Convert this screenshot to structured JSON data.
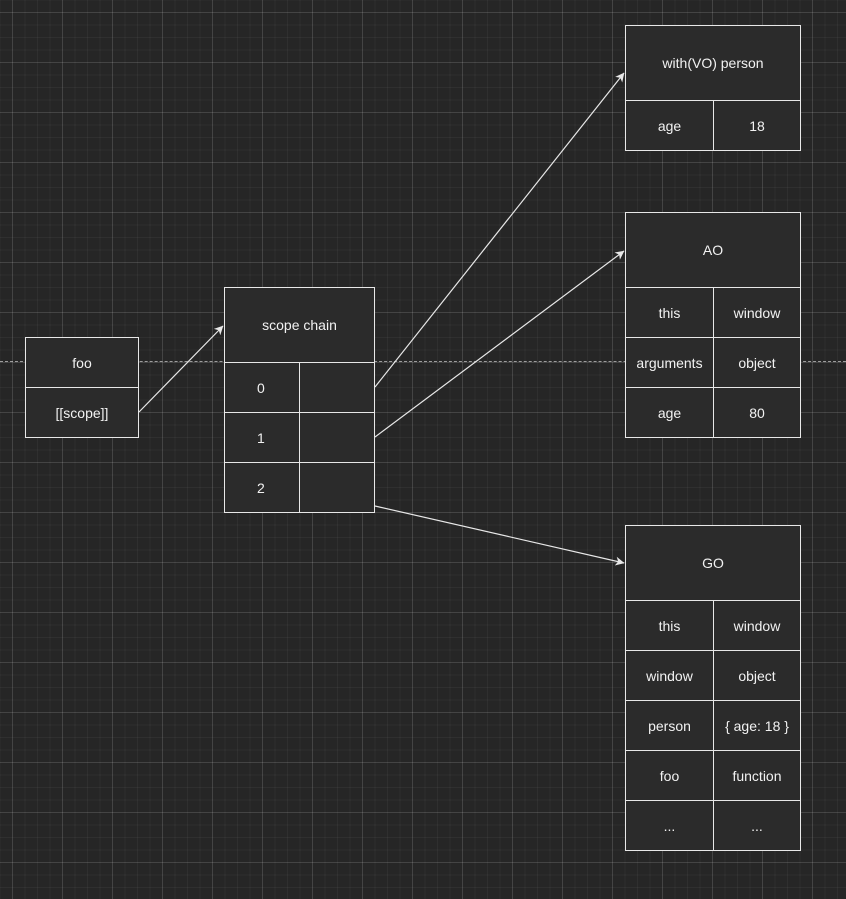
{
  "foo": {
    "title": "foo",
    "scope_label": "[[scope]]"
  },
  "scope_chain": {
    "title": "scope chain",
    "rows": [
      {
        "index": "0",
        "value": ""
      },
      {
        "index": "1",
        "value": ""
      },
      {
        "index": "2",
        "value": ""
      }
    ]
  },
  "with_vo": {
    "title": "with(VO) person",
    "rows": [
      {
        "key": "age",
        "value": "18"
      }
    ]
  },
  "ao": {
    "title": "AO",
    "rows": [
      {
        "key": "this",
        "value": "window"
      },
      {
        "key": "arguments",
        "value": "object"
      },
      {
        "key": "age",
        "value": "80"
      }
    ]
  },
  "go": {
    "title": "GO",
    "rows": [
      {
        "key": "this",
        "value": "window"
      },
      {
        "key": "window",
        "value": "object"
      },
      {
        "key": "person",
        "value": "{ age: 18 }"
      },
      {
        "key": "foo",
        "value": "function"
      },
      {
        "key": "...",
        "value": "..."
      }
    ]
  },
  "colors": {
    "background": "#262626",
    "box_fill": "#2b2b2b",
    "stroke": "#e8e8e8",
    "text": "#f2f2f2"
  }
}
